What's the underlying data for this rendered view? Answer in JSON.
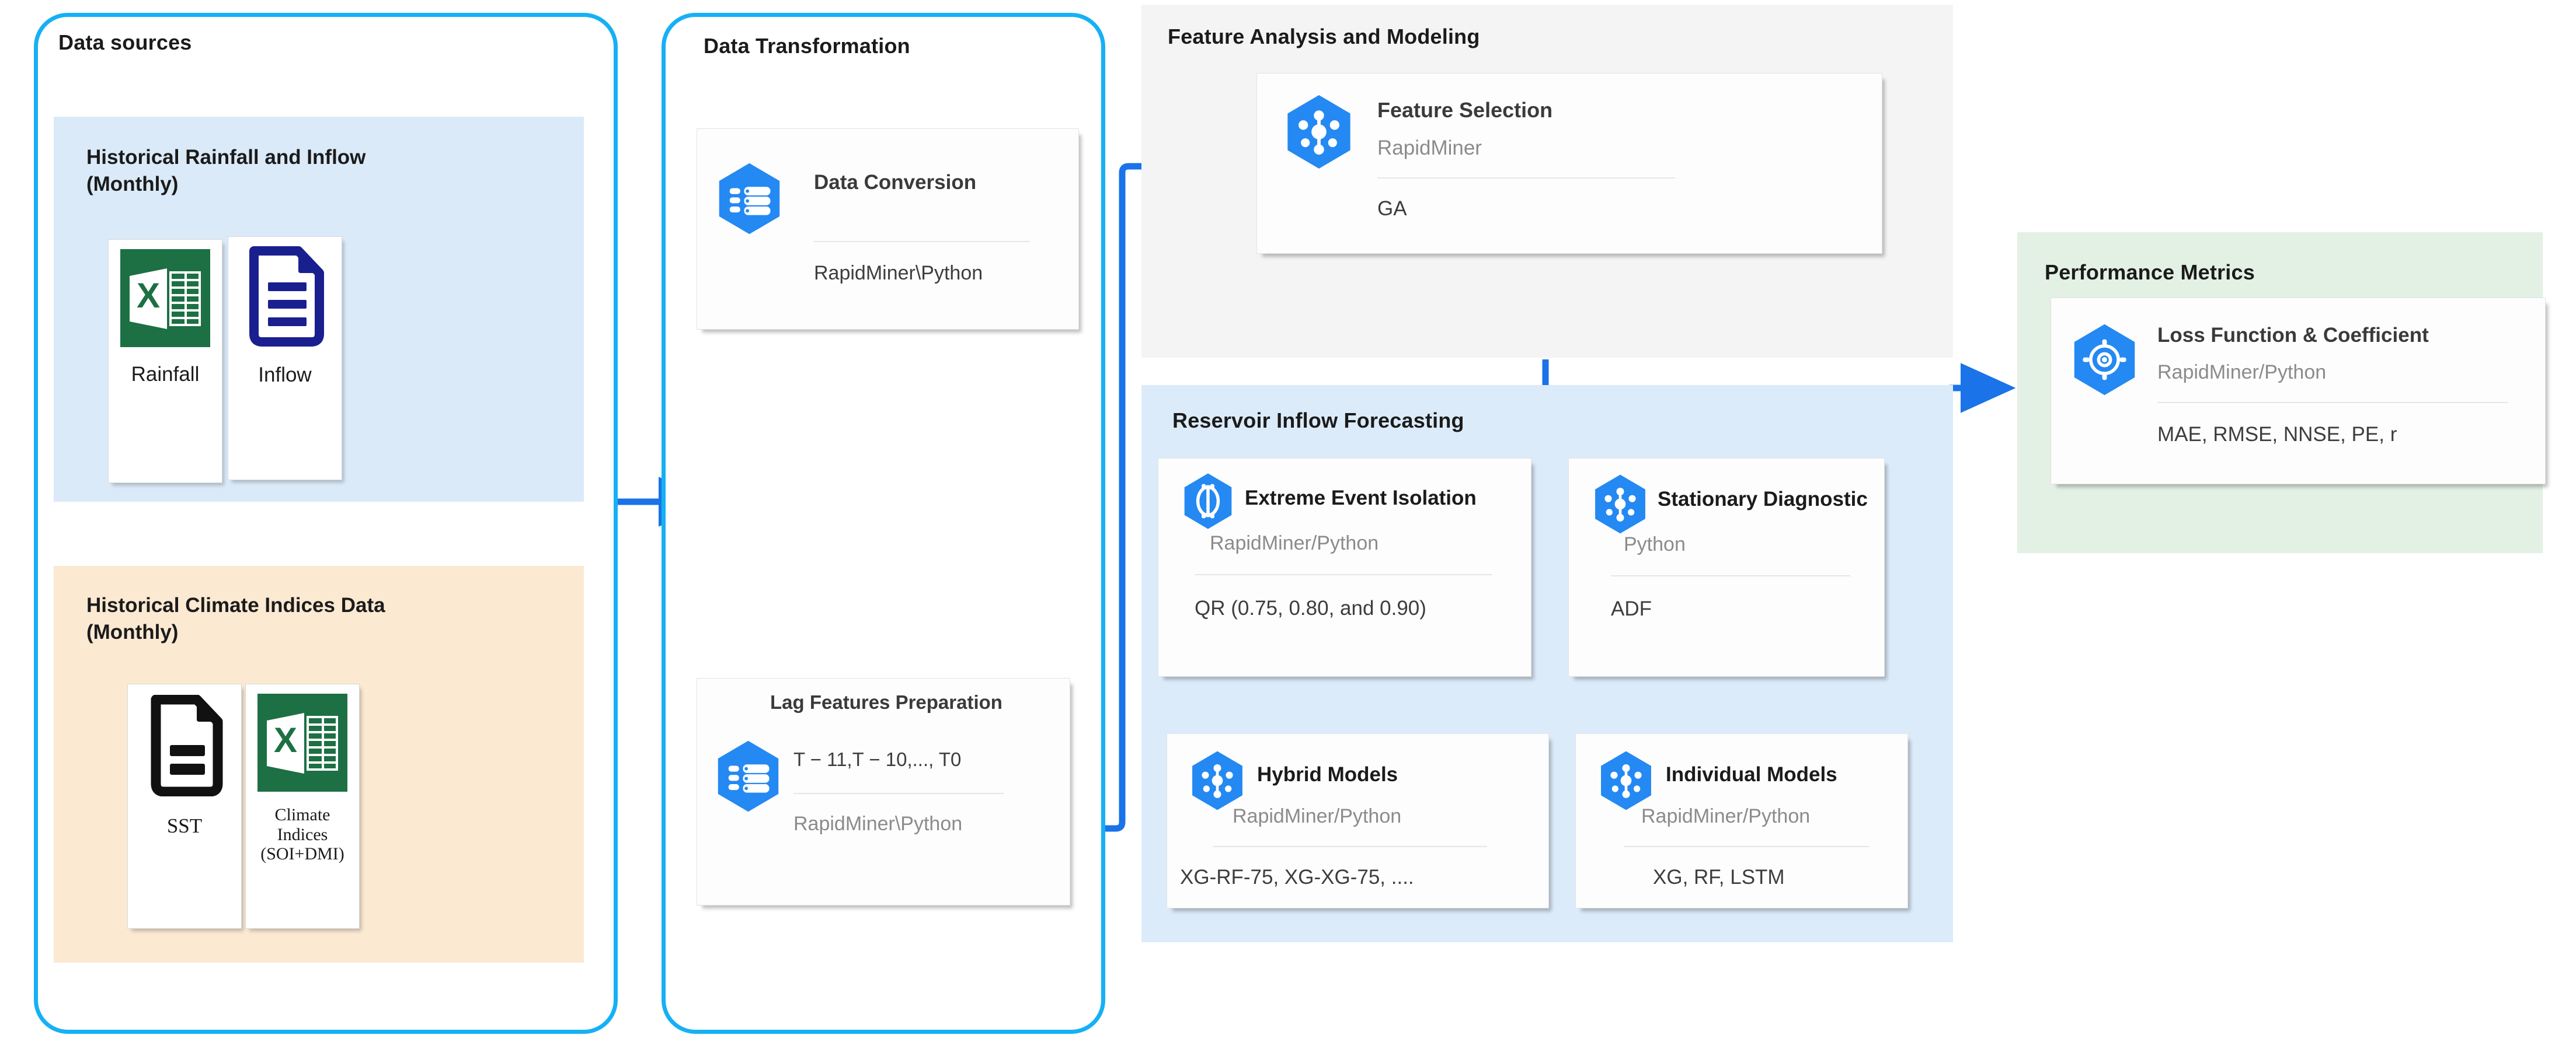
{
  "colors": {
    "accent_cyan": "#16b0f5",
    "arrow_blue": "#1a73e8",
    "hex_blue": "#2489f2",
    "panel_blue": "#dbeaf9",
    "panel_peach": "#fbe9d2",
    "panel_grey": "#f4f4f4",
    "panel_lightblue": "#dcebfa",
    "panel_green": "#e3f0e4",
    "excel_green": "#1d7044",
    "doc_navy": "#1a1f8f",
    "doc_black": "#111111"
  },
  "groups": {
    "data_sources": {
      "title": "Data sources"
    },
    "data_transformation": {
      "title": "Data Transformation"
    },
    "feature_analysis": {
      "title": "Feature Analysis and Modeling"
    },
    "reservoir_forecasting": {
      "title": "Reservoir Inflow Forecasting"
    },
    "performance_metrics": {
      "title": "Performance Metrics"
    }
  },
  "data_sources": {
    "rainfall_inflow_panel": {
      "heading_line1": "Historical Rainfall and Inflow",
      "heading_line2": "(Monthly)",
      "files": [
        {
          "caption": "Rainfall",
          "icon": "excel-file-icon"
        },
        {
          "caption": "Inflow",
          "icon": "document-lines-icon"
        }
      ]
    },
    "climate_indices_panel": {
      "heading_line1": "Historical Climate Indices Data",
      "heading_line2": "(Monthly)",
      "files": [
        {
          "caption": "SST",
          "caption2": "",
          "icon": "document-page-icon"
        },
        {
          "caption": "Climate Indices",
          "caption2": "(SOI+DMI)",
          "icon": "excel-file-icon"
        }
      ]
    }
  },
  "nodes": {
    "data_conversion": {
      "title": "Data Conversion",
      "sub": "",
      "foot": "RapidMiner\\Python",
      "icon": "dataflow-list-icon"
    },
    "lag_features": {
      "title": "Lag Features Preparation",
      "sub": "T − 11,T − 10,..., T0",
      "foot": "RapidMiner\\Python",
      "icon": "dataflow-list-icon"
    },
    "feature_selection": {
      "title": "Feature Selection",
      "sub": "RapidMiner",
      "foot": "GA",
      "icon": "network-nodes-icon"
    },
    "extreme_event_isolation": {
      "title": "Extreme Event Isolation",
      "sub": "RapidMiner/Python",
      "foot": "QR (0.75, 0.80, and 0.90)",
      "icon": "filter-capsule-icon"
    },
    "stationary_diagnostic": {
      "title": "Stationary Diagnostic",
      "sub": "Python",
      "foot": "ADF",
      "icon": "network-nodes-icon"
    },
    "hybrid_models": {
      "title": "Hybrid Models",
      "sub": "RapidMiner/Python",
      "foot": "XG-RF-75, XG-XG-75, ....",
      "icon": "network-nodes-icon"
    },
    "individual_models": {
      "title": "Individual Models",
      "sub": "RapidMiner/Python",
      "foot": "XG, RF, LSTM",
      "icon": "network-nodes-icon"
    },
    "loss_function": {
      "title": "Loss Function & Coefficient",
      "sub": "RapidMiner/Python",
      "foot": "MAE, RMSE, NNSE, PE, r",
      "icon": "target-compass-icon"
    }
  }
}
